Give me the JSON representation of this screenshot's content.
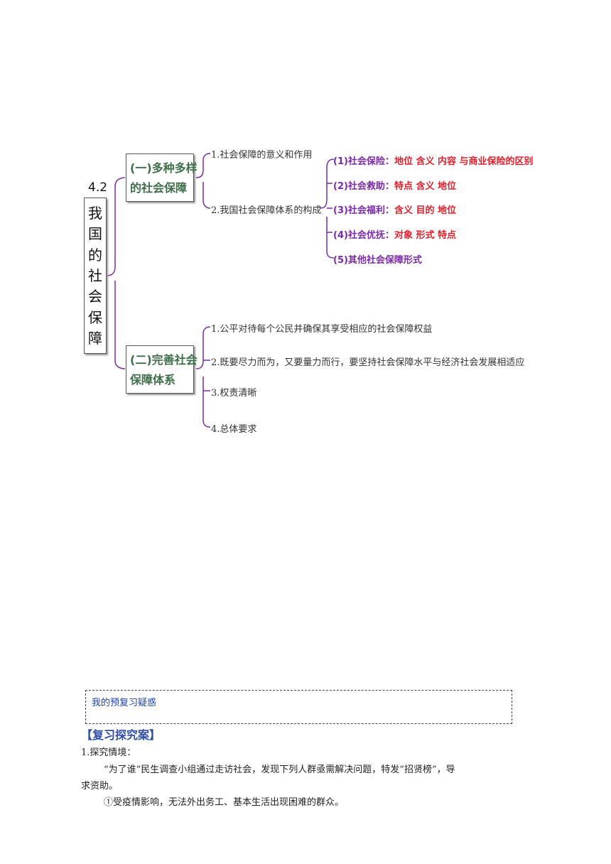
{
  "mindmap": {
    "root": {
      "number": "4.2",
      "chars": [
        "我",
        "国",
        "的",
        "社",
        "会",
        "保",
        "障"
      ]
    },
    "branch1": {
      "lines": [
        "(一)多种多样",
        "的社会保障"
      ],
      "items": [
        "1.社会保障的意义和作用",
        "2.我国社会保障体系的构成"
      ],
      "subitems": [
        {
          "label": "(1)社会保险：",
          "detail": "地位 含义 内容 与商业保险的区别"
        },
        {
          "label": "(2)社会救助：",
          "detail": "特点 含义 地位"
        },
        {
          "label": "(3)社会福利：",
          "detail": "含义 目的 地位"
        },
        {
          "label": "(4)社会优抚：",
          "detail": "对象 形式 特点"
        },
        {
          "label": "(5)其他社会保障形式",
          "detail": ""
        }
      ]
    },
    "branch2": {
      "lines": [
        "(二)完善社会",
        "保障体系"
      ],
      "items": [
        "1.公平对待每个公民并确保其享受相应的社会保障权益",
        "2.既要尽力而为，又要量力而行，要坚持社会保障水平与经济社会发展相适应",
        "3.权责清晰",
        "4.总体要求"
      ]
    }
  },
  "doubt_box": {
    "label": "我的预复习疑惑"
  },
  "section": {
    "title": "【复习探究案】"
  },
  "body": {
    "heading": "1.探究情境：",
    "para1_line1": "“为了谁”民生调查小组通过走访社会，发现下列人群亟需解决问题，特发“招贤榜”，导",
    "para1_line2": "求资助。",
    "item1": "①受疫情影响，无法外出务工、基本生活出现困难的群众。"
  },
  "colors": {
    "branch_text": "#3f6e4a",
    "connector": "#7a2aa6",
    "detail_text": "#e2202c",
    "section_title": "#2f4ea8"
  }
}
